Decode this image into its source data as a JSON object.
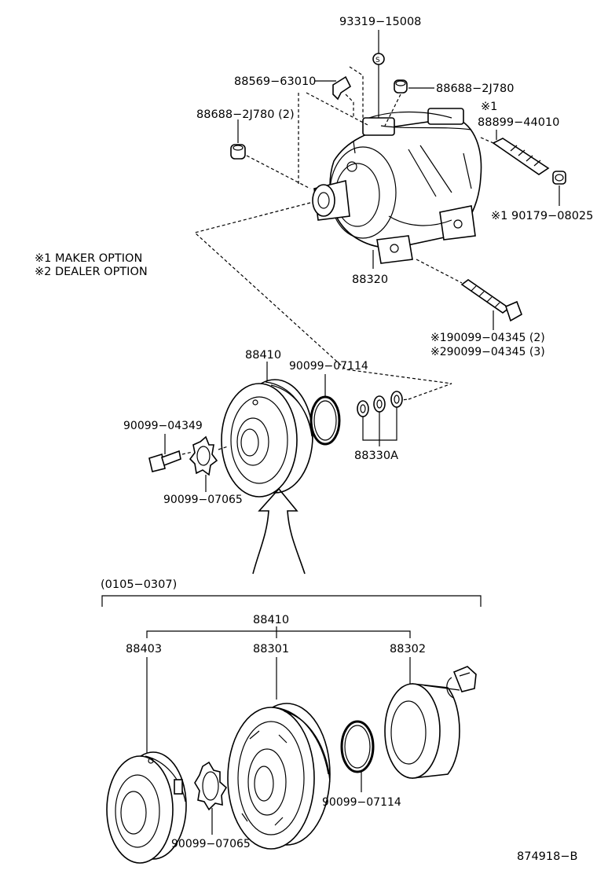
{
  "labels": {
    "p93319": "93319−15008",
    "p88569": "88569−63010",
    "p88688a": "88688−2J780",
    "p88688b": "88688−2J780 (2)",
    "mark1a": "※1",
    "p88899": "88899−44010",
    "p90179": "※1 90179−08025",
    "note1": "※1  MAKER OPTION",
    "note2": "※2  DEALER OPTION",
    "p88320": "88320",
    "p90099_04345a": "※190099−04345 (2)",
    "p90099_04345b": "※290099−04345 (3)",
    "p88410a": "88410",
    "p90099_07114a": "90099−07114",
    "p90099_04349": "90099−04349",
    "p88330A": "88330A",
    "p90099_07065a": "90099−07065",
    "range": "(0105−0307)",
    "p88410b": "88410",
    "p88403": "88403",
    "p88301": "88301",
    "p88302": "88302",
    "p90099_07114b": "90099−07114",
    "p90099_07065b": "90099−07065",
    "figno": "874918−B"
  },
  "icons": [
    "compressor-icon",
    "clutch-assembly-icon",
    "hub-icon",
    "pulley-icon",
    "coil-icon",
    "bolt-icon",
    "nut-icon",
    "snap-ring-icon",
    "shim-icon",
    "seal-icon",
    "bracket-icon"
  ]
}
